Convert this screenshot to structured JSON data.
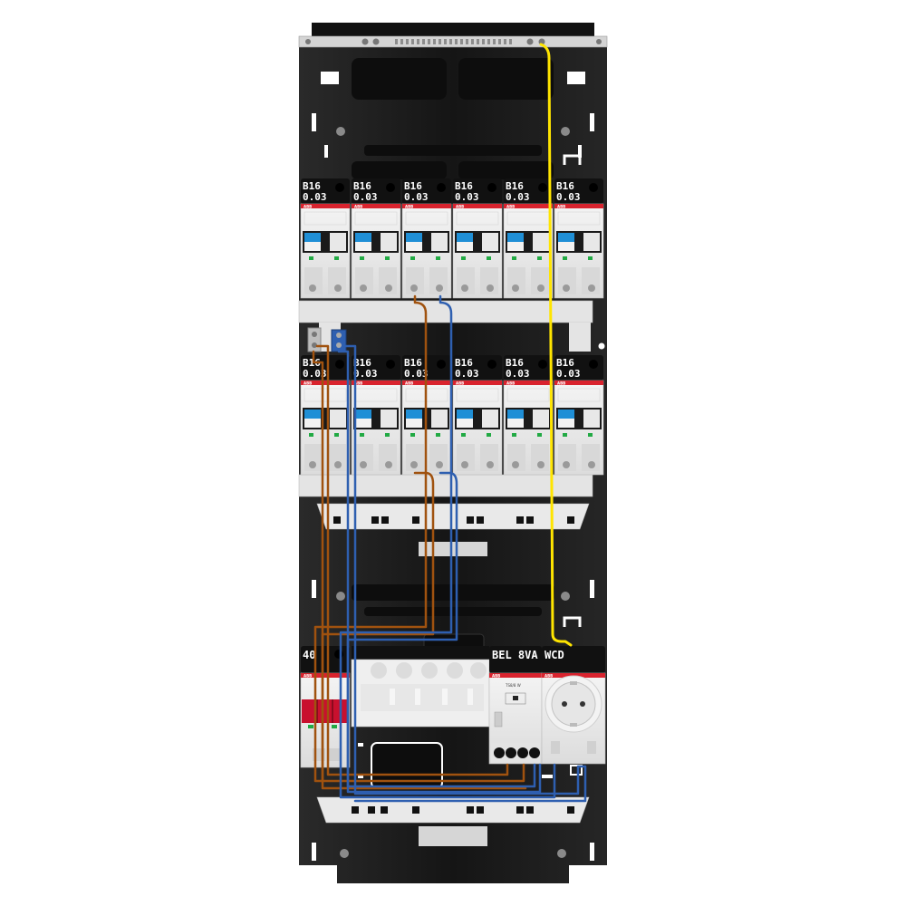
{
  "cabinet": {
    "top_row_breakers": [
      {
        "rating": "B16",
        "sensitivity": "0.03"
      },
      {
        "rating": "B16",
        "sensitivity": "0.03"
      },
      {
        "rating": "B16",
        "sensitivity": "0.03"
      },
      {
        "rating": "B16",
        "sensitivity": "0.03"
      },
      {
        "rating": "B16",
        "sensitivity": "0.03"
      },
      {
        "rating": "B16",
        "sensitivity": "0.03"
      }
    ],
    "bottom_row_breakers": [
      {
        "rating": "B16",
        "sensitivity": "0.03"
      },
      {
        "rating": "B16",
        "sensitivity": "0.03"
      },
      {
        "rating": "B16",
        "sensitivity": "0.03"
      },
      {
        "rating": "B16",
        "sensitivity": "0.03"
      },
      {
        "rating": "B16",
        "sensitivity": "0.03"
      },
      {
        "rating": "B16",
        "sensitivity": "0.03"
      }
    ],
    "main_switch_label": "40",
    "bell_transformer_label": "BEL 8VA",
    "socket_label": "WCD",
    "brand": "ABB",
    "transformer_caption": "TS8/8 W"
  },
  "colors": {
    "panel": "#1c1c1c",
    "rail": "#e6e6e6",
    "label_bg": "#111111",
    "abb_red": "#d9232e",
    "toggle_blue": "#1f8fd6",
    "main_red": "#c8102e",
    "wire_brown": "#a0520f",
    "wire_blue": "#2e5fb0",
    "wire_yellow": "#ffe500"
  }
}
